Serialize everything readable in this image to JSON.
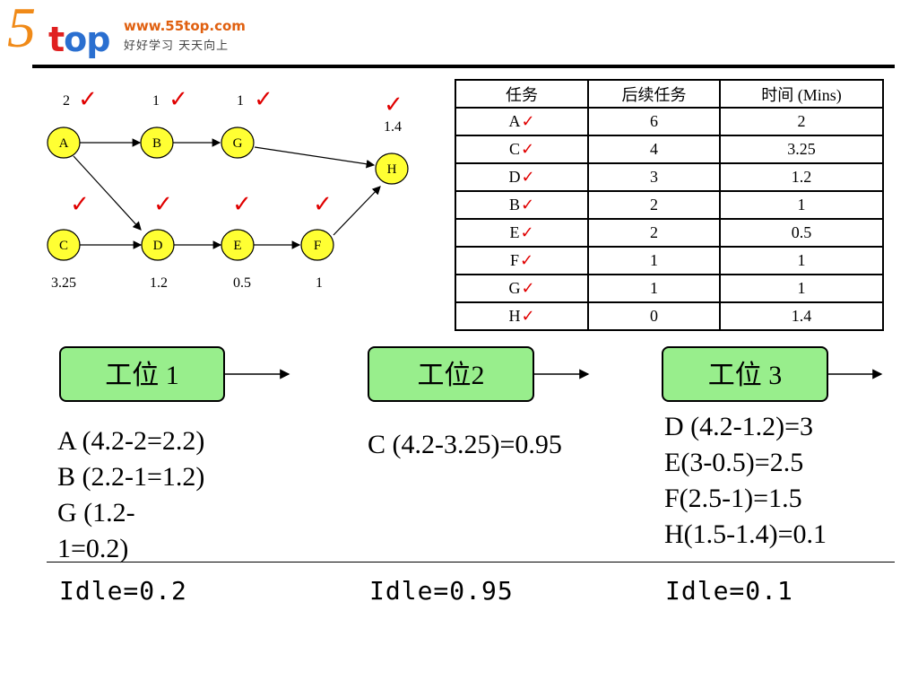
{
  "header": {
    "logo_five": "5",
    "logo_top": "top",
    "url": "www.55top.com",
    "slogan": "好好学习 天天向上"
  },
  "network": {
    "top_labels": [
      "2",
      "1",
      "1",
      "1.4"
    ],
    "bottom_labels": [
      "3.25",
      "1.2",
      "0.5",
      "1"
    ],
    "nodes": [
      "A",
      "B",
      "G",
      "H",
      "C",
      "D",
      "E",
      "F"
    ],
    "check": "✓",
    "colors": {
      "node_fill": "#ffff33",
      "check": "#e00000"
    }
  },
  "table": {
    "headers": [
      "任务",
      "后续任务",
      "时间 (Mins)"
    ],
    "rows": [
      {
        "task": "A",
        "successors": "6",
        "time": "2"
      },
      {
        "task": "C",
        "successors": "4",
        "time": "3.25"
      },
      {
        "task": "D",
        "successors": "3",
        "time": "1.2"
      },
      {
        "task": "B",
        "successors": "2",
        "time": "1"
      },
      {
        "task": "E",
        "successors": "2",
        "time": "0.5"
      },
      {
        "task": "F",
        "successors": "1",
        "time": "1"
      },
      {
        "task": "G",
        "successors": "1",
        "time": "1"
      },
      {
        "task": "H",
        "successors": "0",
        "time": "1.4"
      }
    ]
  },
  "stations": [
    {
      "label": "工位 1",
      "lines": [
        "A (4.2-2=2.2)",
        "B (2.2-1=1.2)",
        "G (1.2-",
        "1=0.2)"
      ],
      "idle": "Idle=0.2"
    },
    {
      "label": "工位2",
      "lines": [
        "C (4.2-3.25)=0.95"
      ],
      "idle": "Idle=0.95"
    },
    {
      "label": "工位 3",
      "lines": [
        "D (4.2-1.2)=3",
        "E(3-0.5)=2.5",
        "F(2.5-1)=1.5",
        "H(1.5-1.4)=0.1"
      ],
      "idle": "Idle=0.1"
    }
  ],
  "colors": {
    "station_fill": "#98ee8c",
    "logo_orange": "#f08a18",
    "logo_red": "#e02020",
    "logo_blue": "#2a6fd0"
  }
}
